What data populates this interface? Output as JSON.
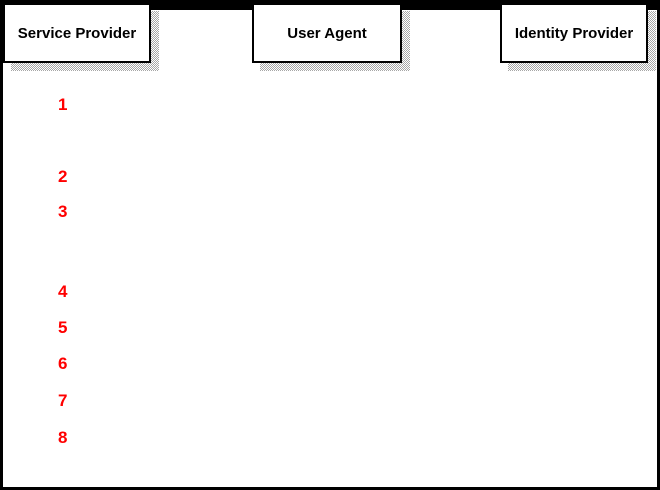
{
  "diagram": {
    "type": "sequence-diagram",
    "actors": [
      {
        "label": "Service Provider"
      },
      {
        "label": "User Agent"
      },
      {
        "label": "Identity Provider"
      }
    ],
    "steps": [
      {
        "number": "1"
      },
      {
        "number": "2"
      },
      {
        "number": "3"
      },
      {
        "number": "4"
      },
      {
        "number": "5"
      },
      {
        "number": "6"
      },
      {
        "number": "7"
      },
      {
        "number": "8"
      }
    ],
    "colors": {
      "background": "#ffffff",
      "frame_border": "#000000",
      "actor_fill": "#ffffff",
      "actor_border": "#000000",
      "actor_text": "#000000",
      "shadow_gray": "#a6a6a6",
      "step_number": "#ff0000"
    }
  }
}
